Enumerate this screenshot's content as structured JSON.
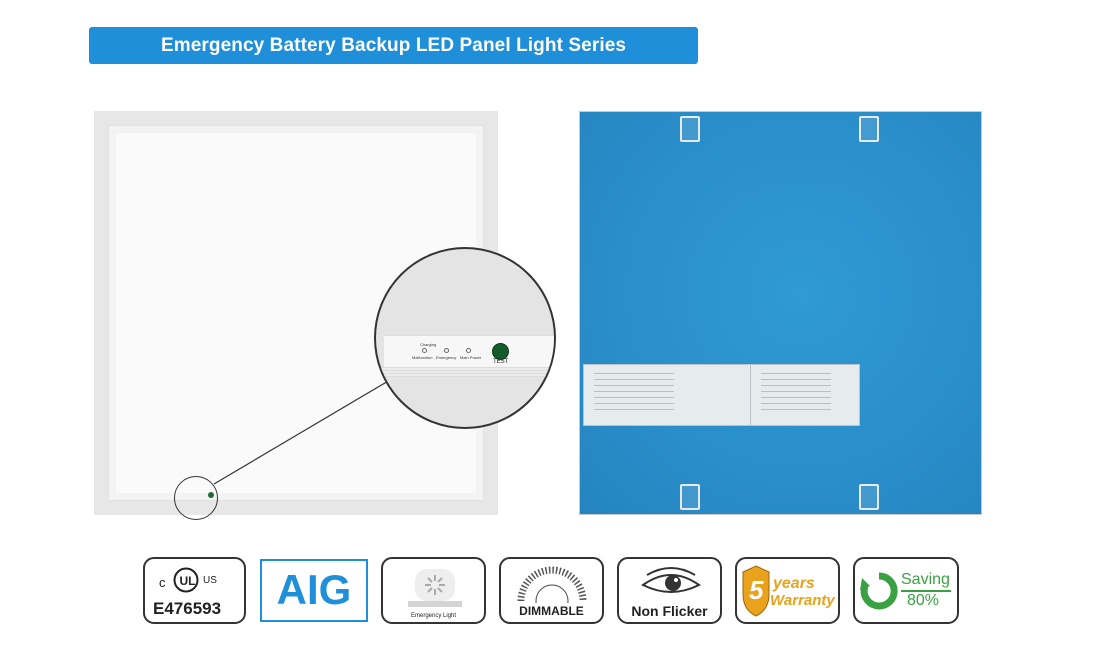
{
  "title": "Emergency Battery Backup LED Panel Light Series",
  "zoom": {
    "indicator_label": "Charging",
    "status_labels": [
      "Malfunction",
      "Emergency",
      "Main Power"
    ],
    "test_label": "TEST"
  },
  "badges": {
    "ul": {
      "c": "c",
      "us": "US",
      "code": "E476593"
    },
    "aig": "AIG",
    "emergency": "Emergency Light",
    "dimmable": "DIMMABLE",
    "flicker": "Non Flicker",
    "warranty": {
      "number": "5",
      "word1": "years",
      "word2": "Warranty"
    },
    "saving": {
      "word": "Saving",
      "value": "80%"
    }
  },
  "colors": {
    "brand_blue": "#1e8fd8",
    "back_blue": "#2a8fcb",
    "saving_green": "#3aa142",
    "warranty_gold": "#e8a21c"
  }
}
